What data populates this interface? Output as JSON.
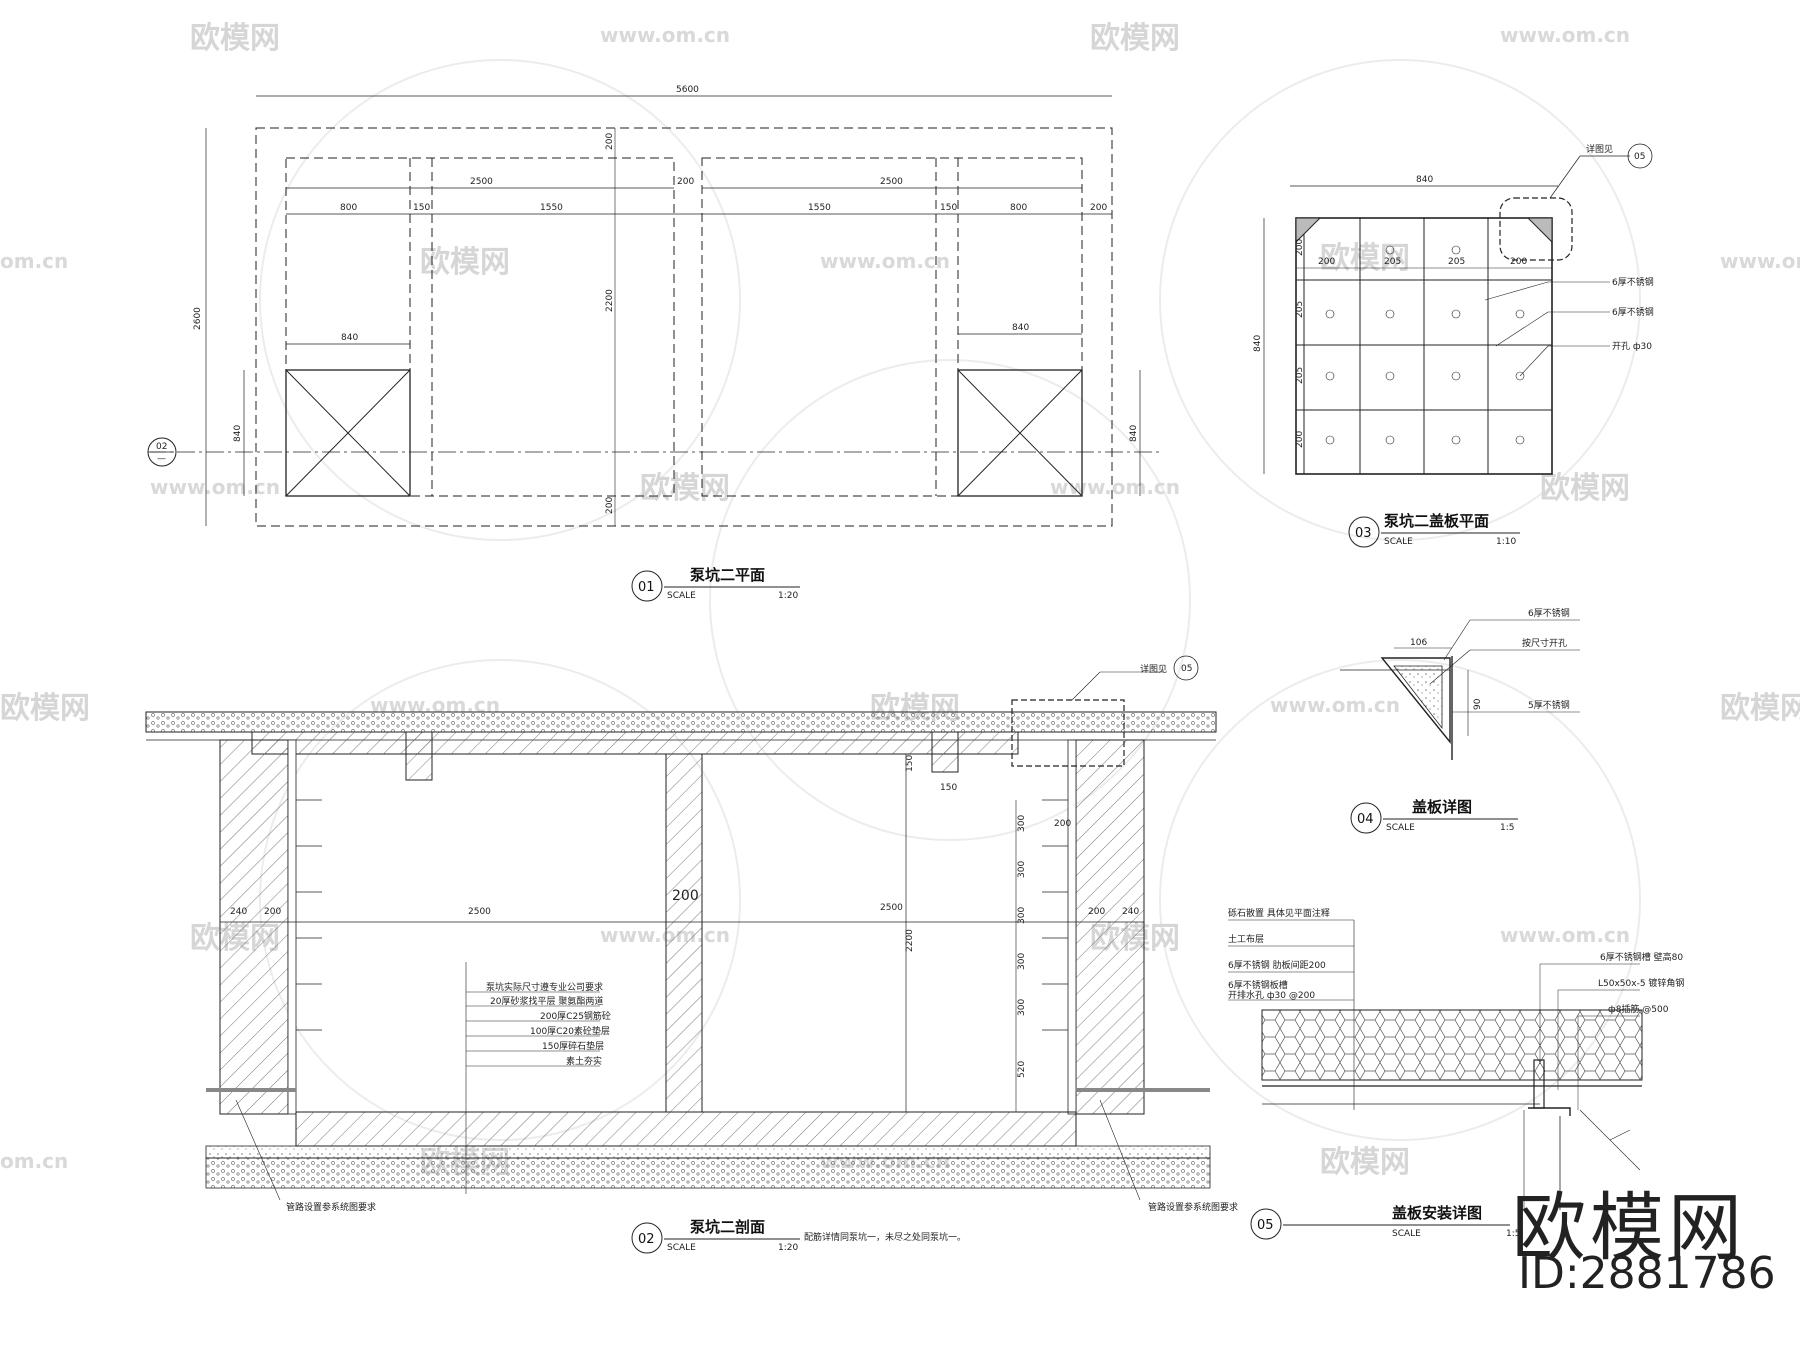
{
  "brand": {
    "name": "欧模网",
    "id_label": "ID:2881786"
  },
  "watermark": {
    "text": "欧模网",
    "url": "www.om.cn",
    "url_short": "om.cn"
  },
  "views": {
    "v01": {
      "num": "01",
      "title": "泵坑二平面",
      "scale_word": "SCALE",
      "scale": "1:20"
    },
    "v02": {
      "num": "02",
      "title": "泵坑二剖面",
      "scale_word": "SCALE",
      "scale": "1:20",
      "note": "配筋详情同泵坑一，未尽之处同泵坑一。"
    },
    "v03": {
      "num": "03",
      "title": "泵坑二盖板平面",
      "scale_word": "SCALE",
      "scale": "1:10"
    },
    "v04": {
      "num": "04",
      "title": "盖板详图",
      "scale_word": "SCALE",
      "scale": "1:5"
    },
    "v05": {
      "num": "05",
      "title": "盖板安装详图",
      "scale_word": "SCALE",
      "scale": "1:5"
    }
  },
  "plan": {
    "overall": "5600",
    "height": "2600",
    "inner_h": "2200",
    "wall_top": "200",
    "wall_bot": "200",
    "seg_2500_a": "2500",
    "seg_200": "200",
    "seg_2500_b": "2500",
    "d800_a": "800",
    "d150_a": "150",
    "d1550_a": "1550",
    "d1550_b": "1550",
    "d150_b": "150",
    "d800_b": "800",
    "d200_r": "200",
    "pit_w_a": "840",
    "pit_w_b": "840",
    "pit_h_a": "840",
    "pit_h_b": "840",
    "sect_num": "02",
    "sect_dash": "—"
  },
  "cover_plan": {
    "width": "840",
    "height": "840",
    "c200_a": "200",
    "c205_a": "205",
    "c205_b": "205",
    "c200_b": "200",
    "r200_a": "200",
    "r205_a": "205",
    "r205_b": "205",
    "r200_b": "200",
    "detail_ref": "详图见",
    "detail_num": "05",
    "n1": "6厚不锈钢",
    "n2": "6厚不锈钢",
    "n3": "开孔 ф30"
  },
  "cover_detail": {
    "d106": "106",
    "d90": "90",
    "n1": "6厚不锈钢",
    "n2": "按尺寸开孔",
    "n3": "5厚不锈钢"
  },
  "section": {
    "detail_ref": "详图见",
    "detail_num": "05",
    "d240_l": "240",
    "d200_l": "200",
    "d2500_l": "2500",
    "d200_c": "200",
    "d2500_r": "2500",
    "d200_r": "200",
    "d240_r": "240",
    "d2200": "2200",
    "d150_h": "150",
    "d150_v": "150",
    "d300_1": "300",
    "d200_s": "200",
    "d300_2": "300",
    "d300_3": "300",
    "d300_4": "300",
    "d300_5": "300",
    "d520": "520",
    "layers": [
      "泵坑实际尺寸遵专业公司要求",
      "20厚砂浆找平层 聚氨酯两道",
      "200厚C25钢筋砼",
      "100厚C20素砼垫层",
      "150厚碎石垫层",
      "素土夯实"
    ],
    "pipe_l": "管路设置参系统图要求",
    "pipe_r": "管路设置参系统图要求"
  },
  "install": {
    "l1": "砾石散置 具体见平面注释",
    "l2": "土工布层",
    "l3": "6厚不锈钢 肋板间距200",
    "l4": "6厚不锈钢板槽",
    "l4b": "开排水孔 ф30 @200",
    "r1": "6厚不锈钢槽 壁高80",
    "r2": "L50x50x-5 镀锌角钢",
    "r3": "ф8插筋 @500"
  }
}
